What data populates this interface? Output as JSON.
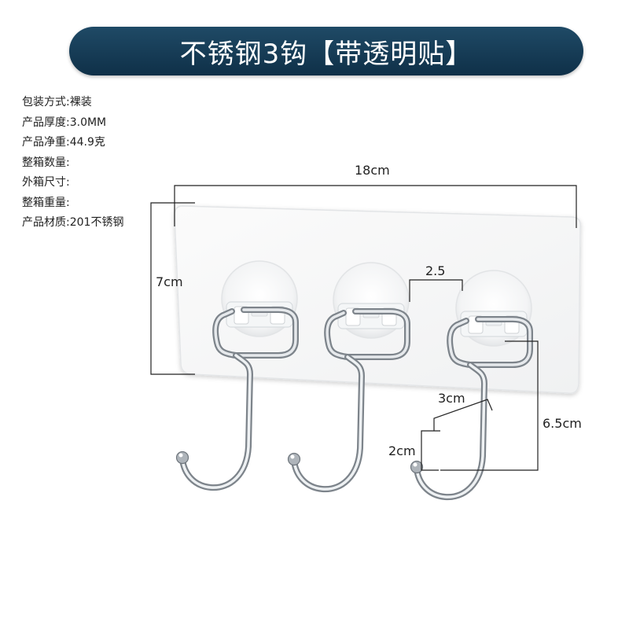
{
  "title": "不锈钢3钩【带透明贴】",
  "specs": [
    "包装方式:裸装",
    "产品厚度:3.0MM",
    "产品净重:44.9克",
    "整箱数量:",
    "外箱尺寸:",
    "整箱重量:",
    "产品材质:201不锈钢"
  ],
  "dimensions": {
    "width": "18cm",
    "height": "7cm",
    "spacing": "2.5",
    "hook_width": "3cm",
    "hook_depth": "2cm",
    "hook_length": "6.5cm"
  },
  "colors": {
    "banner": "#143a55",
    "banner_text": "#ffffff",
    "dimension_line": "#222222",
    "steel": "#b9bec4"
  },
  "hook_count": 3
}
